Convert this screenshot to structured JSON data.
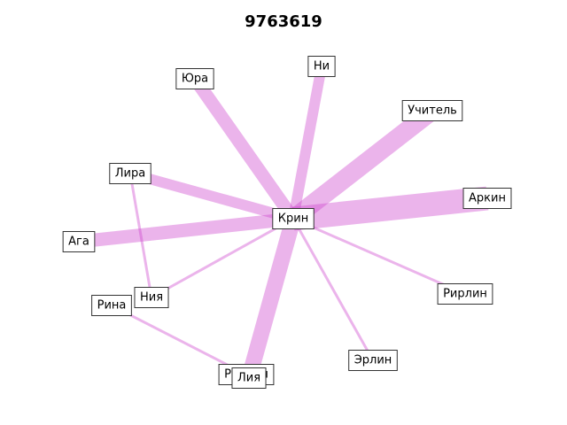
{
  "title": "9763619",
  "edge_color": "#cc44cc",
  "nodes": [
    {
      "id": "krin",
      "label": "Крин"
    },
    {
      "id": "yura",
      "label": "Юра"
    },
    {
      "id": "ni",
      "label": "Ни"
    },
    {
      "id": "uchitel",
      "label": "Учитель"
    },
    {
      "id": "lira",
      "label": "Лира"
    },
    {
      "id": "arkin",
      "label": "Аркин"
    },
    {
      "id": "aga",
      "label": "Ага"
    },
    {
      "id": "niya",
      "label": "Ния"
    },
    {
      "id": "rina",
      "label": "Рина"
    },
    {
      "id": "rirlin",
      "label": "Рирлин"
    },
    {
      "id": "erlin",
      "label": "Эрлин"
    },
    {
      "id": "rirlin2",
      "label": "Рирлин"
    },
    {
      "id": "liya",
      "label": "Лия"
    }
  ],
  "edges": [
    {
      "source": "krin",
      "target": "yura",
      "weight": 5
    },
    {
      "source": "krin",
      "target": "ni",
      "weight": 4
    },
    {
      "source": "krin",
      "target": "uchitel",
      "weight": 7
    },
    {
      "source": "krin",
      "target": "lira",
      "weight": 4
    },
    {
      "source": "krin",
      "target": "arkin",
      "weight": 9
    },
    {
      "source": "krin",
      "target": "aga",
      "weight": 5
    },
    {
      "source": "krin",
      "target": "niya",
      "weight": 1
    },
    {
      "source": "krin",
      "target": "rirlin",
      "weight": 1
    },
    {
      "source": "krin",
      "target": "erlin",
      "weight": 1
    },
    {
      "source": "krin",
      "target": "liya",
      "weight": 6
    },
    {
      "source": "lira",
      "target": "niya",
      "weight": 1
    },
    {
      "source": "rina",
      "target": "rirlin2",
      "weight": 1
    }
  ]
}
